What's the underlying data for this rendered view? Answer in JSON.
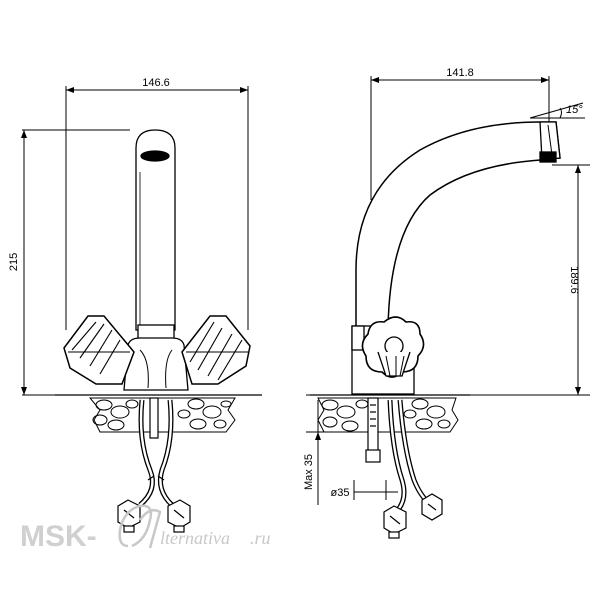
{
  "front_view": {
    "width_dim": "146.6",
    "height_dim": "215"
  },
  "side_view": {
    "reach_dim": "141.8",
    "angle_dim": "15°",
    "height_dim": "189.6",
    "max_thickness_dim": "Max 35",
    "hole_dim": "ø35"
  },
  "watermark": {
    "brand": "MSK-",
    "domain": "lternativa",
    "tld": ".ru"
  }
}
